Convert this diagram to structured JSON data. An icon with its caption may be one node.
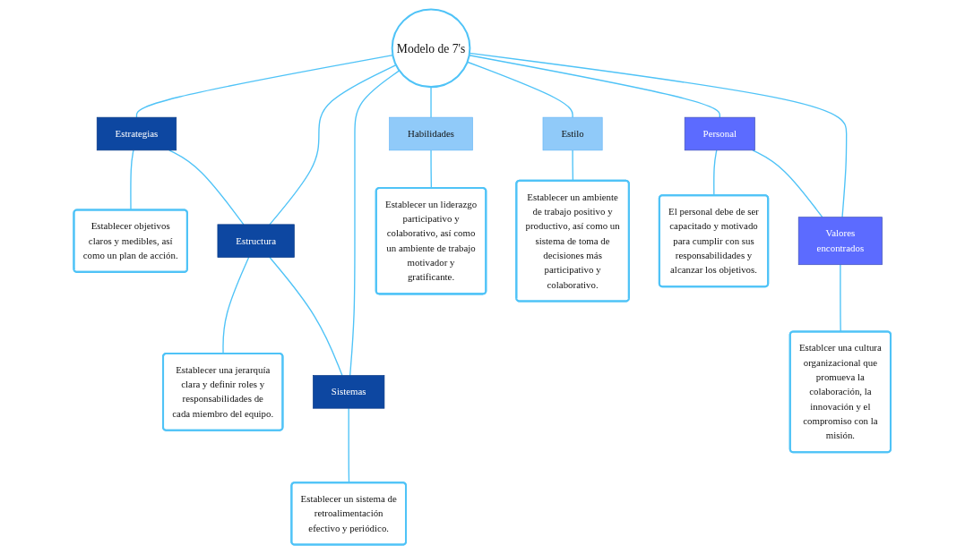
{
  "diagram": {
    "nodes": [
      {
        "text": [
          "Establecer una jerarquía clara y definir roles y responsabilidades de cada miembro del equipo."
        ]
      },
      {
        "text": [
          "Establecer objetivos claros y medibles, así como un plan de acción."
        ]
      },
      {
        "text": [
          "Estrategias"
        ]
      },
      {
        "text": [
          "Estructura"
        ]
      },
      {
        "text": [
          "Sistemas"
        ]
      },
      {
        "text": [
          "Establecer un sistema de retroalimentación efectivo y periódico."
        ]
      },
      {
        "text": [
          "Establecer un liderazgo participativo y colaborativo, así como un ambiente de trabajo motivador y gratificante."
        ]
      },
      {
        "text": [
          "Habilidades"
        ]
      },
      {
        "text": [
          "Modelo de 7's"
        ]
      },
      {
        "text": [
          "Estilo"
        ]
      },
      {
        "text": [
          "Establecer un ambiente de trabajo positivo y productivo, así como un sistema de toma de decisiones más participativo y colaborativo."
        ]
      },
      {
        "text": [
          "El personal debe de ser capacitado y motivado para cumplir con sus responsabilidades y alcanzar los objetivos."
        ]
      },
      {
        "text": [
          "Personal"
        ]
      },
      {
        "text": [
          "Valores encontrados"
        ]
      },
      {
        "text": [
          "Establcer una cultura organizacional que promueva la colaboración, la innovación y el compromiso con la misión."
        ]
      }
    ],
    "edges": [
      {
        "from": 8,
        "to": 2,
        "arrow": "none"
      },
      {
        "from": 8,
        "to": 3,
        "arrow": "none"
      },
      {
        "from": 8,
        "to": 4,
        "arrow": "none"
      },
      {
        "from": 8,
        "to": 7,
        "arrow": "none"
      },
      {
        "from": 8,
        "to": 9,
        "arrow": "none"
      },
      {
        "from": 8,
        "to": 12,
        "arrow": "none"
      },
      {
        "from": 8,
        "to": 13,
        "arrow": "none"
      },
      {
        "from": 3,
        "to": 0,
        "arrow": "none"
      },
      {
        "from": 2,
        "to": 1,
        "arrow": "none"
      },
      {
        "from": 4,
        "to": 5,
        "arrow": "none"
      },
      {
        "from": 7,
        "to": 6,
        "arrow": "none"
      },
      {
        "from": 9,
        "to": 10,
        "arrow": "none"
      },
      {
        "from": 12,
        "to": 11,
        "arrow": "none"
      },
      {
        "from": 13,
        "to": 14,
        "arrow": "none"
      },
      {
        "from": 2,
        "to": 3,
        "arrow": "none"
      },
      {
        "from": 3,
        "to": 4,
        "arrow": "none"
      },
      {
        "from": 12,
        "to": 13,
        "arrow": "none"
      }
    ]
  }
}
